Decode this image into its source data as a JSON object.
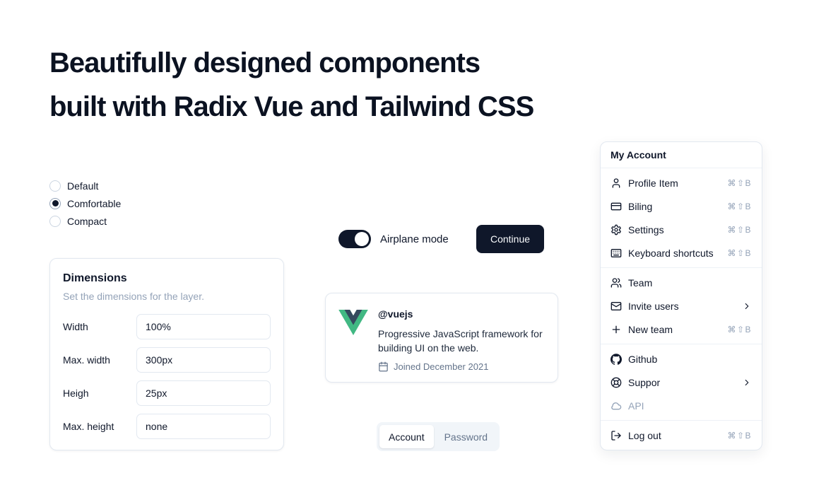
{
  "heading": {
    "line1": "Beautifully designed components",
    "line2": "built with Radix Vue and Tailwind CSS"
  },
  "radio_group": {
    "options": [
      {
        "label": "Default",
        "selected": false
      },
      {
        "label": "Comfortable",
        "selected": true
      },
      {
        "label": "Compact",
        "selected": false
      }
    ]
  },
  "dimensions": {
    "title": "Dimensions",
    "subtitle": "Set the dimensions for the layer.",
    "fields": [
      {
        "label": "Width",
        "value": "100%"
      },
      {
        "label": "Max. width",
        "value": "300px"
      },
      {
        "label": "Heigh",
        "value": "25px"
      },
      {
        "label": "Max. height",
        "value": "none"
      }
    ]
  },
  "airplane_mode": {
    "label": "Airplane mode",
    "enabled": true
  },
  "buttons": {
    "continue": "Continue"
  },
  "profile_card": {
    "handle": "@vuejs",
    "description": "Progressive JavaScript framework for building UI on the web.",
    "joined": "Joined December 2021"
  },
  "tabs": {
    "items": [
      {
        "label": "Account",
        "active": true
      },
      {
        "label": "Password",
        "active": false
      }
    ]
  },
  "menu": {
    "title": "My Account",
    "groups": [
      {
        "items": [
          {
            "label": "Profile Item",
            "icon": "user-icon",
            "shortcut": "⌘⇧B"
          },
          {
            "label": "Biling",
            "icon": "credit-card-icon",
            "shortcut": "⌘⇧B"
          },
          {
            "label": "Settings",
            "icon": "gear-icon",
            "shortcut": "⌘⇧B"
          },
          {
            "label": "Keyboard shortcuts",
            "icon": "keyboard-icon",
            "shortcut": "⌘⇧B"
          }
        ]
      },
      {
        "items": [
          {
            "label": "Team",
            "icon": "users-icon"
          },
          {
            "label": "Invite users",
            "icon": "mail-icon",
            "submenu": true
          },
          {
            "label": "New team",
            "icon": "plus-icon",
            "shortcut": "⌘⇧B"
          }
        ]
      },
      {
        "items": [
          {
            "label": "Github",
            "icon": "github-icon"
          },
          {
            "label": "Suppor",
            "icon": "lifebuoy-icon",
            "submenu": true
          },
          {
            "label": "API",
            "icon": "cloud-icon",
            "disabled": true
          }
        ]
      },
      {
        "items": [
          {
            "label": "Log out",
            "icon": "logout-icon",
            "shortcut": "⌘⇧B"
          }
        ]
      }
    ]
  },
  "colors": {
    "primary": "#0f172a",
    "border": "#e2e8f0",
    "muted": "#94a3b8",
    "tab_bg": "#f1f5f9",
    "vue_green": "#41b883",
    "vue_dark": "#34495e"
  }
}
